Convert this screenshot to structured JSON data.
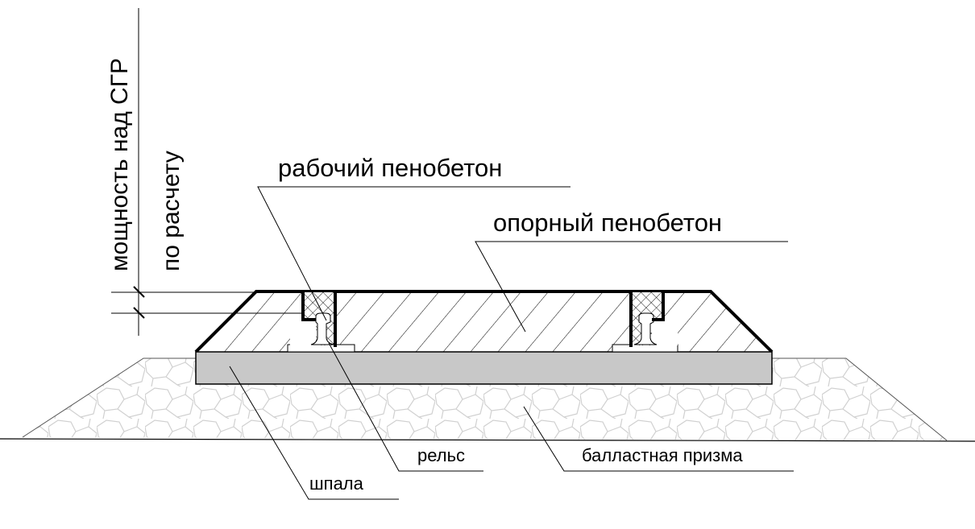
{
  "labels": {
    "thickness": "мощность над СГР",
    "by_calc": "по расчету",
    "working_foam": "рабочий пенобетон",
    "support_foam": "опорный пенобетон",
    "rail": "рельс",
    "sleeper": "шпала",
    "ballast": "балластная призма"
  },
  "colors": {
    "sleeper": "#c8c8c8",
    "ballast_stones": "#d0d0d0",
    "line": "#000000"
  }
}
